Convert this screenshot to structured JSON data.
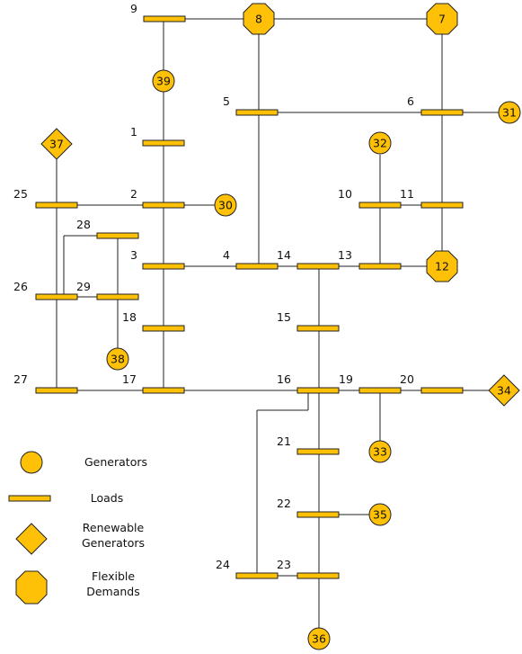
{
  "bus_labels": {
    "b1": "1",
    "b2": "2",
    "b3": "3",
    "b4": "4",
    "b5": "5",
    "b6": "6",
    "b9": "9",
    "b10": "10",
    "b11": "11",
    "b13": "13",
    "b14": "14",
    "b15": "15",
    "b16": "16",
    "b17": "17",
    "b18": "18",
    "b19": "19",
    "b20": "20",
    "b21": "21",
    "b22": "22",
    "b23": "23",
    "b24": "24",
    "b25": "25",
    "b26": "26",
    "b27": "27",
    "b28": "28",
    "b29": "29"
  },
  "generators": {
    "g30": "30",
    "g31": "31",
    "g32": "32",
    "g33": "33",
    "g35": "35",
    "g36": "36",
    "g38": "38",
    "g39": "39"
  },
  "renewable_generators": {
    "r34": "34",
    "r37": "37"
  },
  "flexible_demands": {
    "f7": "7",
    "f8": "8",
    "f12": "12"
  },
  "legend": {
    "generators": "Generators",
    "loads": "Loads",
    "renewable_line1": "Renewable",
    "renewable_line2": "Generators",
    "flexible_line1": "Flexible",
    "flexible_line2": "Demands"
  },
  "colors": {
    "fill": "#FFC107",
    "stroke": "#222222"
  }
}
